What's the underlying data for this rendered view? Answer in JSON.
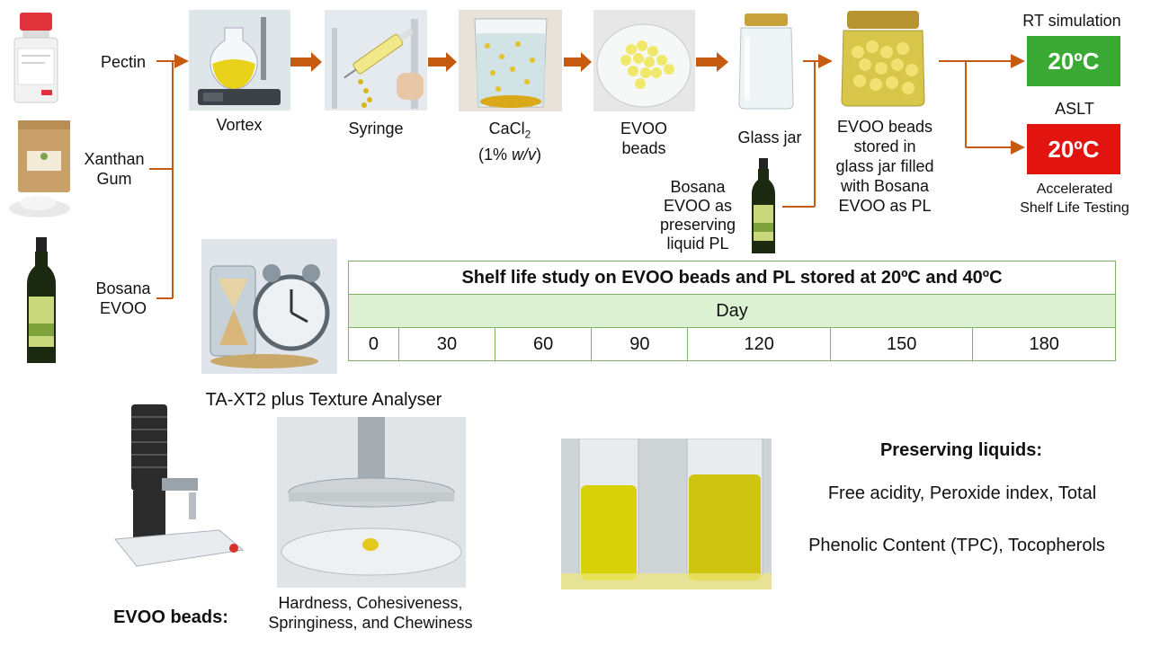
{
  "inputs": {
    "pectin": "Pectin",
    "xanthan_line1": "Xanthan",
    "xanthan_line2": "Gum",
    "bosana_line1": "Bosana",
    "bosana_line2": "EVOO"
  },
  "steps": {
    "vortex": "Vortex",
    "syringe": "Syringe",
    "cacl2_main": "CaCl",
    "cacl2_sub": "2",
    "cacl2_conc_open": "(1% ",
    "cacl2_conc_unit": "w/v",
    "cacl2_conc_close": ")",
    "beads_line1": "EVOO",
    "beads_line2": "beads",
    "glass_jar": "Glass jar",
    "stored_lines": [
      "EVOO beads",
      "stored in",
      "glass jar filled",
      "with Bosana",
      "EVOO as PL"
    ],
    "pl_lines": [
      "Bosana",
      "EVOO as",
      "preserving",
      "liquid PL"
    ]
  },
  "conditions": {
    "rt_label": "RT simulation",
    "rt_temp": "20ºC",
    "aslt_label": "ASLT",
    "aslt_temp": "20ºC",
    "aslt_desc_line1": "Accelerated",
    "aslt_desc_line2": "Shelf Life Testing"
  },
  "shelf_table": {
    "title": "Shelf life study on EVOO beads and PL stored at 20ºC and 40ºC",
    "header": "Day",
    "days": [
      "0",
      "30",
      "60",
      "90",
      "120",
      "150",
      "180"
    ]
  },
  "texture": {
    "title": "TA-XT2 plus Texture Analyser",
    "beads_label": "EVOO beads:",
    "params_line1": "Hardness, Cohesiveness,",
    "params_line2": "Springiness, and Chewiness"
  },
  "preserving": {
    "title": "Preserving liquids:",
    "line1": "Free acidity, Peroxide index, Total",
    "line2": "Phenolic Content (TPC), Tocopherols"
  },
  "colors": {
    "arrow": "#c55a11",
    "rt_box": "#3aaa35",
    "aslt_box": "#e1140f",
    "table_border": "#7fb36a",
    "table_day_bg": "#dcf1d2"
  },
  "icons": [
    "pectin-bottle-icon",
    "xanthan-gum-bag-icon",
    "evoo-bottle-icon",
    "vortex-mixer-icon",
    "syringe-icon",
    "cacl2-beaker-icon",
    "evoo-beads-dish-icon",
    "glass-jar-icon",
    "filled-jar-icon",
    "shelf-life-clock-icon",
    "texture-analyser-icon",
    "probe-compression-icon",
    "oil-test-tubes-icon"
  ]
}
